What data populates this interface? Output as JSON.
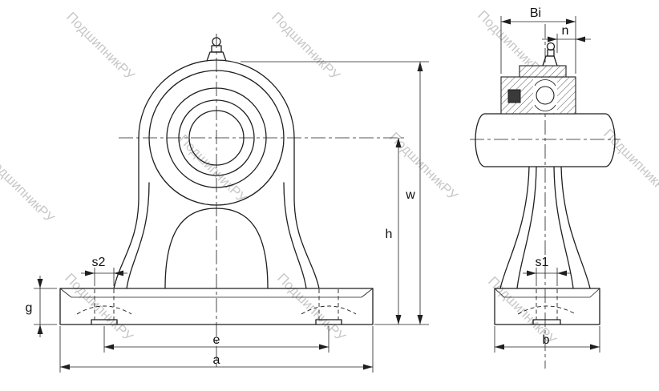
{
  "watermark": {
    "text": "ПодшипникРУ"
  },
  "dimensions": {
    "a": "a",
    "e": "e",
    "g": "g",
    "s2": "s2",
    "h": "h",
    "w": "w",
    "Bi": "Bi",
    "n": "n",
    "s1": "s1",
    "b": "b"
  },
  "colors": {
    "line": "#1f1f1f",
    "watermark": "#9b9b9b",
    "background": "#ffffff"
  }
}
